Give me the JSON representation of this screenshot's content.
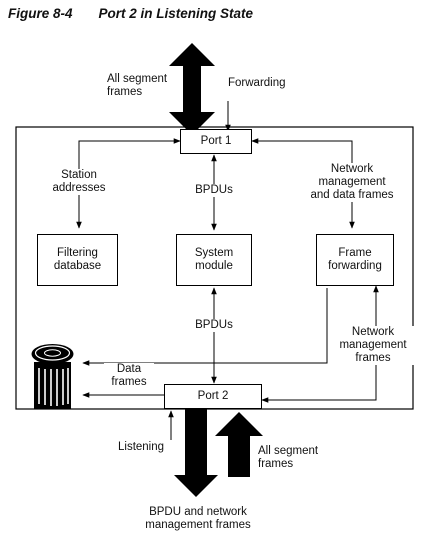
{
  "figure": {
    "number": "Figure 8-4",
    "title": "Port 2 in Listening State"
  },
  "boxes": {
    "port1": "Port 1",
    "port2": "Port 2",
    "filtering": "Filtering\ndatabase",
    "system": "System\nmodule",
    "frame_fwd": "Frame\nforwarding"
  },
  "labels": {
    "all_segment_top": "All segment\nframes",
    "forwarding": "Forwarding",
    "station_addresses": "Station\naddresses",
    "bpdus_top": "BPDUs",
    "network_mgmt_data": "Network\nmanagement\nand data frames",
    "bpdus_bottom": "BPDUs",
    "network_mgmt_frames": "Network\nmanagement\nframes",
    "data_frames": "Data\nframes",
    "listening": "Listening",
    "all_segment_bottom": "All segment\nframes",
    "bpdu_network_mgmt": "BPDU and network\nmanagement frames"
  },
  "icons": {
    "discard": "trash-can-icon"
  }
}
